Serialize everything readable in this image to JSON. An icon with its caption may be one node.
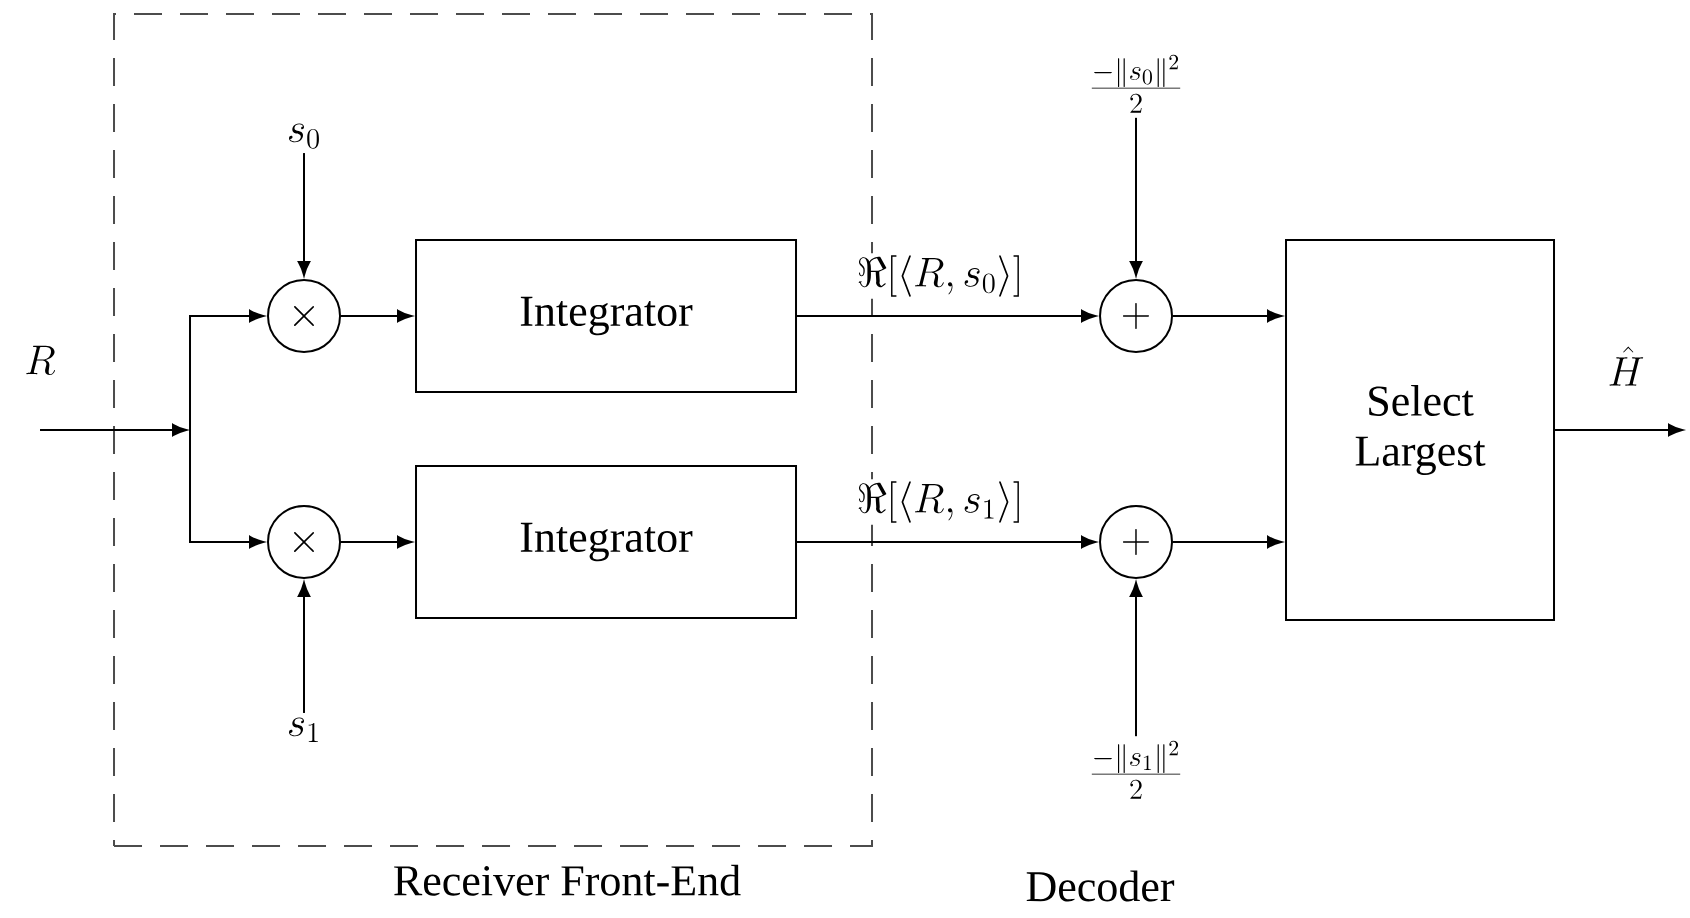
{
  "diagram": {
    "nodes": [
      {
        "text": [
          "Receiver Front-End"
        ]
      },
      {
        "text": [
          "s_0"
        ],
        "in": 0
      },
      {
        "text": [
          "\\times"
        ],
        "in": 0
      },
      {
        "text": [
          "Integrator"
        ],
        "in": 0
      },
      {
        "text": [
          "\\times"
        ],
        "in": 0
      },
      {
        "text": [
          "Integrator"
        ],
        "in": 0
      },
      {
        "text": [
          "s_1"
        ],
        "in": 0
      },
      {
        "text": [
          "\\frac{-\\|s_0\\|^2}{2}"
        ]
      },
      {
        "text": [
          "+"
        ]
      },
      {
        "text": [
          "+"
        ]
      },
      {
        "text": [
          "\\frac{-\\|s_1\\|^2}{2}"
        ]
      },
      {
        "text": [
          "Select Largest"
        ]
      }
    ],
    "edges": [
      {
        "from": null,
        "to": 2,
        "arrow": "to"
      },
      {
        "from": null,
        "to": 4,
        "arrow": "to"
      },
      {
        "from": 1,
        "to": 2,
        "arrow": "to"
      },
      {
        "from": 2,
        "to": 3,
        "arrow": "to"
      },
      {
        "from": 4,
        "to": 5,
        "arrow": "to"
      },
      {
        "from": 6,
        "to": 4,
        "arrow": "to"
      },
      {
        "from": 3,
        "to": 8,
        "arrow": "to",
        "label": "\\Re\\Big[\\langle R, s_0\\rangle\\Big]"
      },
      {
        "from": 5,
        "to": 9,
        "arrow": "to",
        "label": "\\Re\\Big[\\langle R, s_1\\rangle\\Big]"
      },
      {
        "from": 7,
        "to": 8,
        "arrow": "to"
      },
      {
        "from": 10,
        "to": 9,
        "arrow": "to"
      },
      {
        "from": 8,
        "to": 11,
        "arrow": "to"
      },
      {
        "from": 9,
        "to": 11,
        "arrow": "to"
      },
      {
        "from": 11,
        "to": null,
        "arrow": "to",
        "label": "\\hat{H}"
      }
    ],
    "labels": [
      "R",
      "Decoder"
    ]
  }
}
